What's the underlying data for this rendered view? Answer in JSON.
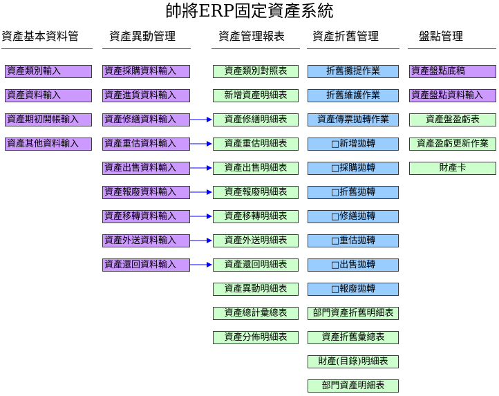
{
  "title": "帥將ERP固定資產系統",
  "columns": [
    {
      "header": "資產基本資料管",
      "items": [
        "資產類別輸入",
        "資產資料輸入",
        "資產期初開帳輸入",
        "資產其他資料輸入"
      ]
    },
    {
      "header": "資產異動管理",
      "items": [
        "資產採購資料輸入",
        "資產進貨資料輸入",
        "資產修繕資料輸入",
        "資產重估資料輸入",
        "資產出售資料輸入",
        "資產報廢資料輸入",
        "資產移轉資料輸入",
        "資產外送資料輸入",
        "資產還回資料輸入"
      ]
    },
    {
      "header": "資產管理報表",
      "items": [
        "資產類別對照表",
        "新增資產明細表",
        "資產修繕明細表",
        "資產重估明細表",
        "資產出售明細表",
        "資產報廢明細表",
        "資產移轉明細表",
        "資產外送明細表",
        "資產還回明細表",
        "資產異動明細表",
        "資產總計彙總表",
        "資產分佈明細表"
      ]
    },
    {
      "header": "資產折舊管理",
      "items": [
        "折舊攤提作業",
        "折舊維護作業",
        "資產傳票拋轉作業",
        "□新增拋轉",
        "□採購拋轉",
        "□折舊拋轉",
        "□修繕拋轉",
        "□重估拋轉",
        "□出售拋轉",
        "□報廢拋轉",
        "部門資產折舊明細表",
        "資產折舊彙總表",
        "財產(目錄)明細表",
        "部門資產明細表"
      ]
    },
    {
      "header": "盤點管理",
      "items": [
        "資產盤點底稿",
        "資產盤點資料輸入",
        "資產盤盈虧表",
        "資產盈虧更新作業",
        "財產卡"
      ]
    }
  ],
  "colors": {
    "purple": "#cc99ff",
    "green": "#ccffcc",
    "blue": "#99ccff",
    "arrow": "#0000ff"
  }
}
